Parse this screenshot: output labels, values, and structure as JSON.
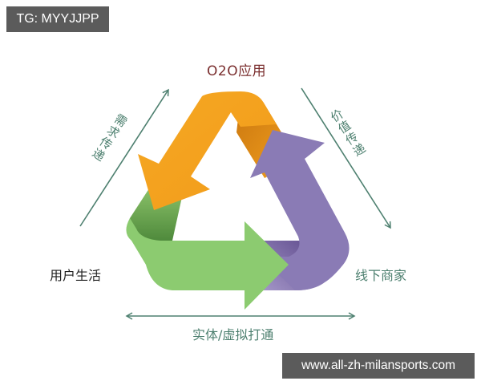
{
  "watermarks": {
    "top_left": "TG: MYYJJPP",
    "bottom_right": "www.all-zh-milansports.com"
  },
  "diagram": {
    "title_node": "O2O应用",
    "left_node": "用户生活",
    "right_node": "线下商家",
    "edges": {
      "left": "需求传递",
      "right": "价值传递",
      "bottom": "实体/虚拟打通"
    },
    "colors": {
      "orange_arrow": "#f4a11f",
      "orange_dark": "#d98314",
      "purple_arrow": "#8a7bb5",
      "purple_dark": "#6a5696",
      "green_arrow": "#8ccb70",
      "green_dark": "#5f9a48",
      "edge_line": "#4e8070",
      "title_text": "#7a2e2e"
    }
  }
}
